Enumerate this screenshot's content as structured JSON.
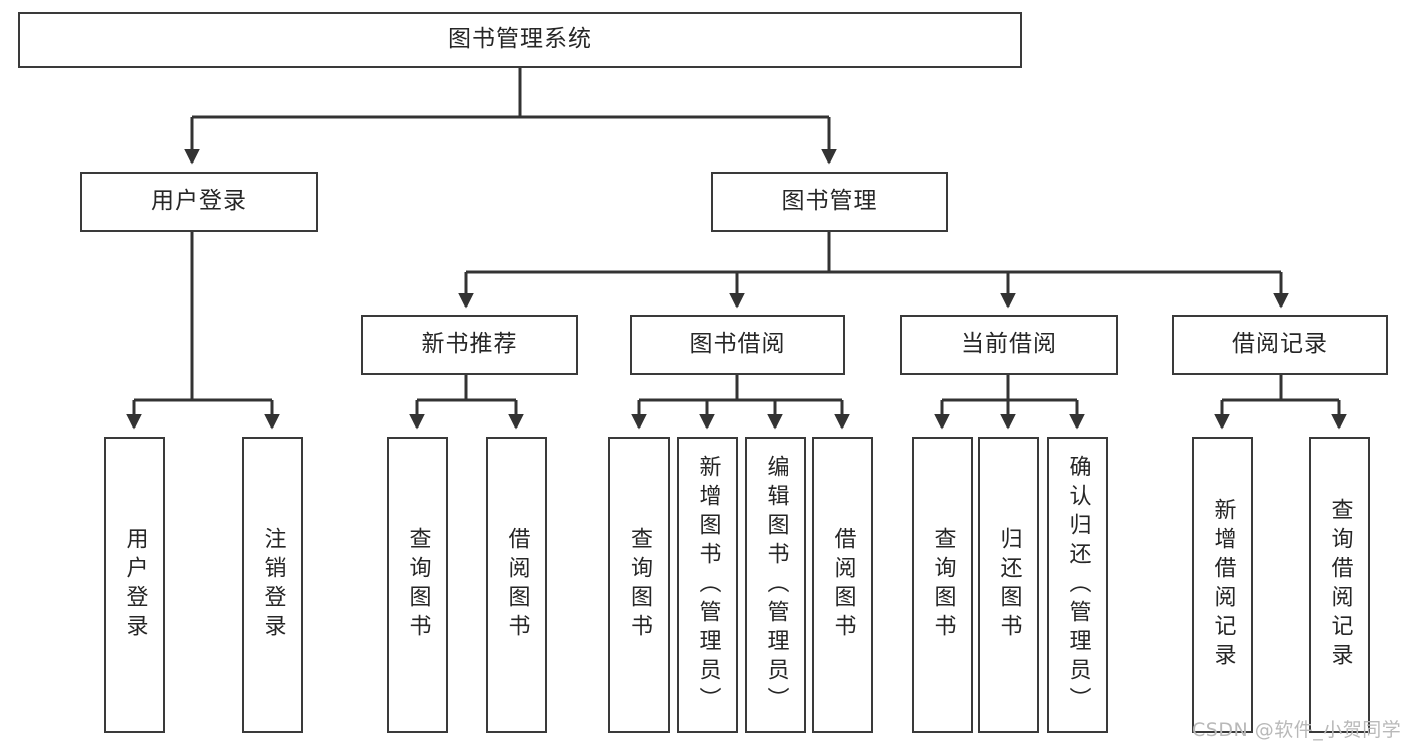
{
  "diagram": {
    "title": "图书管理系统",
    "type": "功能结构图",
    "root": {
      "id": "root",
      "label": "图书管理系统"
    },
    "level2": [
      {
        "id": "user-login",
        "label": "用户登录"
      },
      {
        "id": "book-manage",
        "label": "图书管理"
      }
    ],
    "level3": [
      {
        "id": "new-book-recommend",
        "label": "新书推荐"
      },
      {
        "id": "book-borrow",
        "label": "图书借阅"
      },
      {
        "id": "current-borrow",
        "label": "当前借阅"
      },
      {
        "id": "borrow-record",
        "label": "借阅记录"
      }
    ],
    "leaves": {
      "user-login": [
        {
          "id": "leaf-user-login",
          "label": "用户登录"
        },
        {
          "id": "leaf-user-logout",
          "label": "注销登录"
        }
      ],
      "new-book-recommend": [
        {
          "id": "leaf-query-book-1",
          "label": "查询图书"
        },
        {
          "id": "leaf-borrow-book-1",
          "label": "借阅图书"
        }
      ],
      "book-borrow": [
        {
          "id": "leaf-query-book-2",
          "label": "查询图书"
        },
        {
          "id": "leaf-add-book",
          "label": "新增图书（管理员）"
        },
        {
          "id": "leaf-edit-book",
          "label": "编辑图书（管理员）"
        },
        {
          "id": "leaf-borrow-book-2",
          "label": "借阅图书"
        }
      ],
      "current-borrow": [
        {
          "id": "leaf-query-book-3",
          "label": "查询图书"
        },
        {
          "id": "leaf-return-book",
          "label": "归还图书"
        },
        {
          "id": "leaf-confirm-return",
          "label": "确认归还（管理员）"
        }
      ],
      "borrow-record": [
        {
          "id": "leaf-add-record",
          "label": "新增借阅记录"
        },
        {
          "id": "leaf-query-record",
          "label": "查询借阅记录"
        }
      ]
    }
  },
  "watermark": {
    "text": "CSDN @软件_小贺同学"
  },
  "colors": {
    "border": "#3a3a3a",
    "text": "#262626",
    "background": "#ffffff",
    "watermark": "#b9b9b9"
  }
}
